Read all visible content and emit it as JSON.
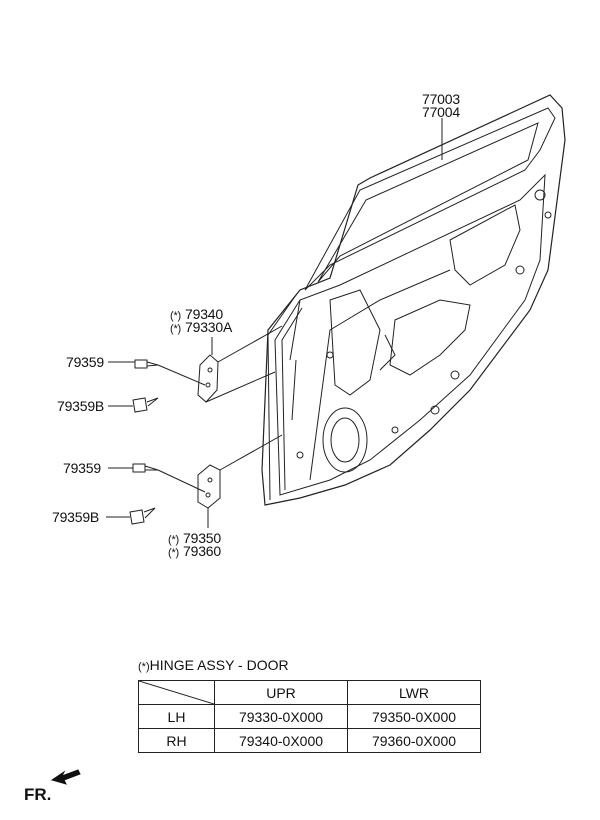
{
  "parts": {
    "door_panel": [
      "77003",
      "77004"
    ],
    "upper_hinge": [
      "79340",
      "79330A"
    ],
    "upper_hinge_marks": [
      "(*)",
      "(*)"
    ],
    "lower_hinge": [
      "79350",
      "79360"
    ],
    "lower_hinge_marks": [
      "(*)",
      "(*)"
    ],
    "bolt_upper": "79359",
    "bolt_upper_b": "79359B",
    "bolt_lower": "79359",
    "bolt_lower_b": "79359B"
  },
  "hinge_table": {
    "note_mark": "(*)",
    "note": "HINGE ASSY - DOOR",
    "columns": [
      "UPR",
      "LWR"
    ],
    "rows": [
      {
        "side": "LH",
        "upr": "79330-0X000",
        "lwr": "79350-0X000"
      },
      {
        "side": "RH",
        "upr": "79340-0X000",
        "lwr": "79360-0X000"
      }
    ]
  },
  "direction": {
    "label": "FR."
  }
}
